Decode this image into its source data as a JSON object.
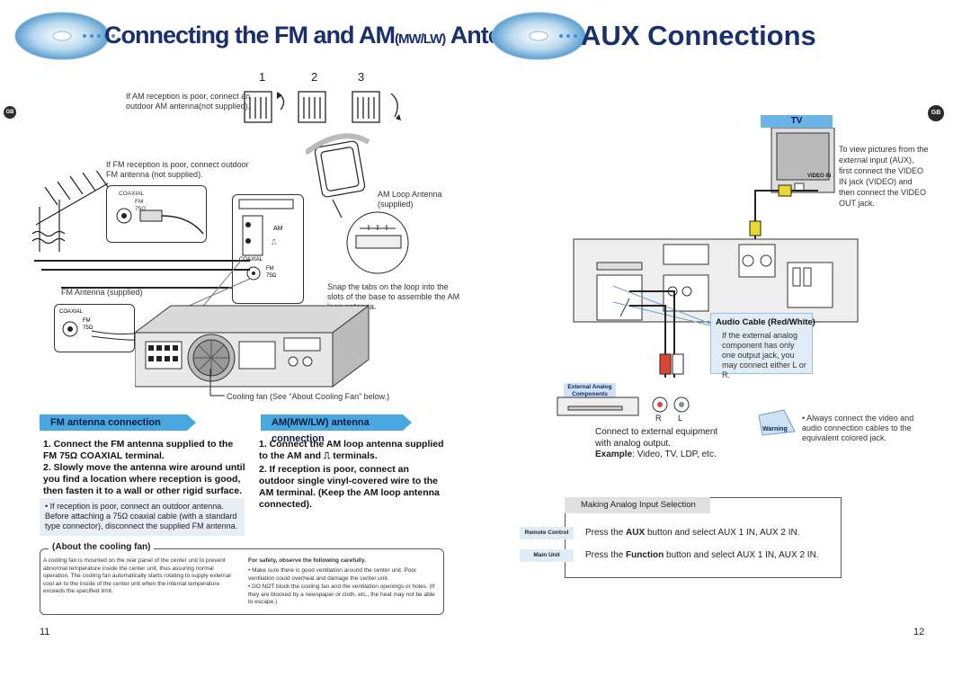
{
  "left": {
    "title_main": "Connecting the FM and AM",
    "title_sub": "(MW/LW)",
    "title_end": "Antennas",
    "side_badge": "GB",
    "step_numbers": [
      "1",
      "2",
      "3"
    ],
    "am_poor_text": "If AM reception is poor, connect an outdoor AM antenna(not supplied).",
    "fm_poor_text": "If FM reception is poor, connect outdoor FM antenna (not supplied).",
    "am_loop_label": "AM Loop Antenna (supplied)",
    "snap_text": "Snap the tabs on the loop into the slots of the base to assemble the AM loop antenna.",
    "fm_antenna_label": "FM Antenna (supplied)",
    "coaxial_label": "COAXIAL",
    "fm_label": "FM",
    "ohm_label": "75Ω",
    "am_label": "AM",
    "cooling_fan_label": "Cooling fan (See “About Cooling Fan” below.)",
    "fm_section_title": "FM antenna connection",
    "fm_steps": [
      "1. Connect the FM antenna supplied to the FM 75Ω COAXIAL terminal.",
      "2. Slowly move the antenna wire around until you find a location where reception is good, then fasten it to a wall or other rigid surface."
    ],
    "fm_note": "• If reception is poor, connect an outdoor antenna. Before attaching a 75Ω coaxial cable (with a standard type connector), disconnect the supplied FM antenna.",
    "am_section_title": "AM(MW/LW) antenna connection",
    "am_steps": [
      "1. Connect the AM loop antenna supplied to the AM and ⎍ terminals.",
      "2. If reception is poor, connect an outdoor single vinyl-covered wire to the AM terminal. (Keep the AM loop antenna connected)."
    ],
    "cooling_title": "About the cooling fan",
    "cooling_text": "A cooling fan is mounted on the rear panel of the center unit to prevent abnormal temperature inside the center unit, thus assuring normal operation. The cooling fan automatically starts rotating to supply external cool air to the inside of the center unit when the internal temperature exceeds the specified limit.",
    "safety_title": "For safety, observe the following carefully.",
    "safety_items": [
      "• Make sure there is good ventilation around the center unit. Poor ventilation could overheat and damage the center unit.",
      "• DO NOT block the cooling fan and the ventilation openings or holes. (If they are blocked by a newspaper or cloth, etc., the heat may not be able to escape.)"
    ],
    "page_number": "11"
  },
  "right": {
    "title": "AUX Connections",
    "side_badge": "GB",
    "tv_label": "TV",
    "video_in_label": "VIDEO IN",
    "tv_instruction": "To view pictures from the external input (AUX), first connect the VIDEO IN jack (VIDEO) and then connect the VIDEO OUT jack.",
    "audio_cable_title": "Audio Cable (Red/White)",
    "audio_cable_text": "If the external analog component has only one output jack, you may connect either L or R.",
    "external_label": "External Analog Components",
    "r_label": "R",
    "l_label": "L",
    "connect_text": "Connect to external equipment with analog output.",
    "example_label": "Example",
    "example_text": ": Video, TV, LDP, etc.",
    "warning_label": "Warning",
    "warning_text": "• Always connect the video and audio connection cables to the equivalent colored jack.",
    "making_title": "Making Analog Input Selection",
    "remote_label": "Remote Control",
    "remote_pre": "Press the",
    "remote_bold": "AUX",
    "remote_post": "button and select AUX 1 IN, AUX 2 IN.",
    "mainunit_label": "Main Unit",
    "main_pre": "Press the",
    "main_bold": "Function",
    "main_post": "button and select AUX 1 IN, AUX 2 IN.",
    "page_number": "12"
  }
}
